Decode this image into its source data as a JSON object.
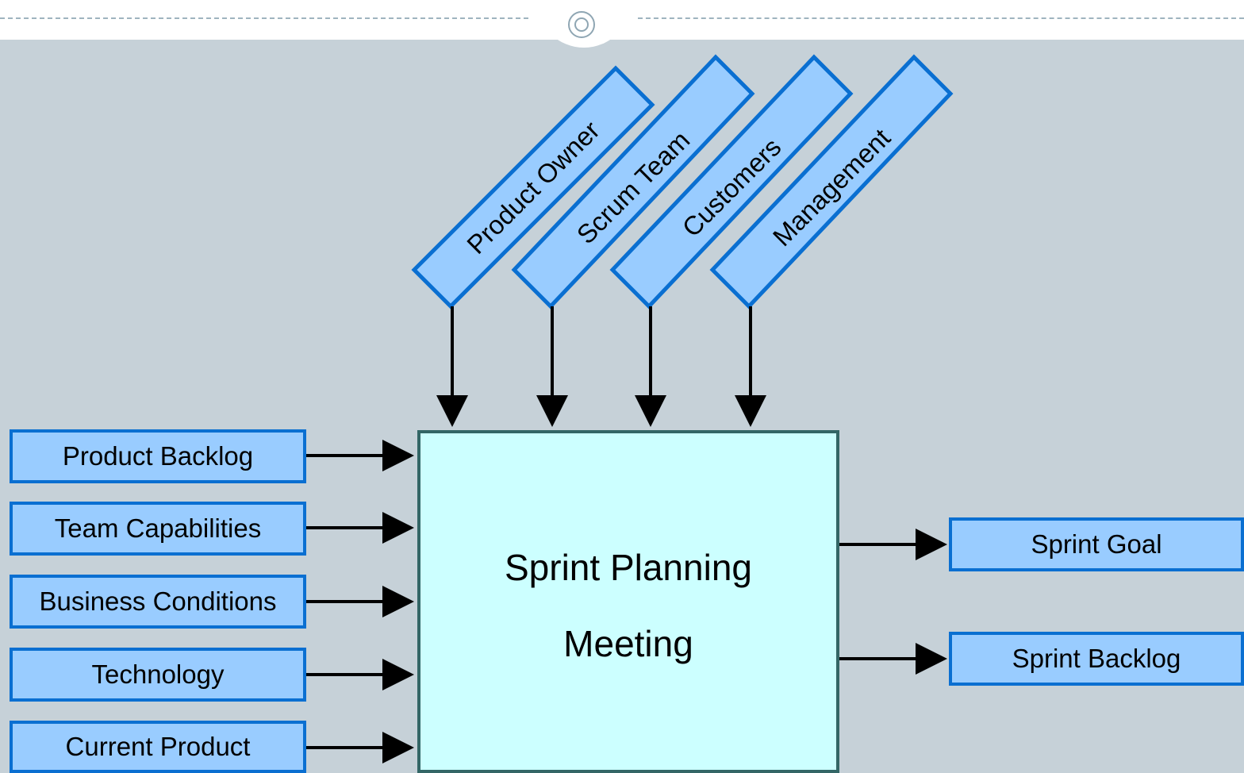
{
  "center": {
    "line1": "Sprint Planning",
    "line2": "Meeting"
  },
  "inputs": [
    {
      "label": "Product Backlog"
    },
    {
      "label": "Team Capabilities"
    },
    {
      "label": "Business Conditions"
    },
    {
      "label": "Technology"
    },
    {
      "label": "Current Product"
    }
  ],
  "stakeholders": [
    {
      "label": "Product Owner"
    },
    {
      "label": "Scrum Team"
    },
    {
      "label": "Customers"
    },
    {
      "label": "Management"
    }
  ],
  "outputs": [
    {
      "label": "Sprint Goal"
    },
    {
      "label": "Sprint Backlog"
    }
  ],
  "colors": {
    "background": "#c6d1d8",
    "box_fill": "#99ccff",
    "box_border": "#0a6fd1",
    "meeting_fill": "#ccffff",
    "meeting_border": "#336666",
    "arrow": "#000000"
  },
  "decor": {
    "header_icon": "double-ring-icon"
  }
}
